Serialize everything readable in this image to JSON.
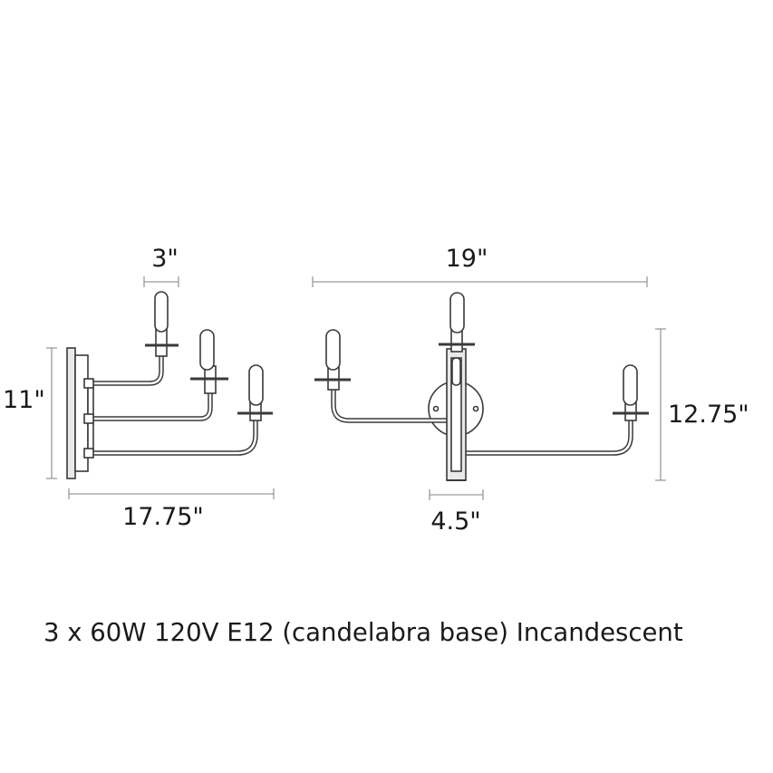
{
  "dimensions": {
    "side_arm_spacing": "3\"",
    "side_height": "11\"",
    "side_depth": "17.75\"",
    "front_width": "19\"",
    "front_height": "12.75\"",
    "backplate_width": "4.5\""
  },
  "spec": "3 x 60W 120V E12 (candelabra base) Incandescent",
  "colors": {
    "line": "#3a3a3a",
    "dimension_line": "#9a9a9a",
    "text": "#1a1a1a"
  }
}
